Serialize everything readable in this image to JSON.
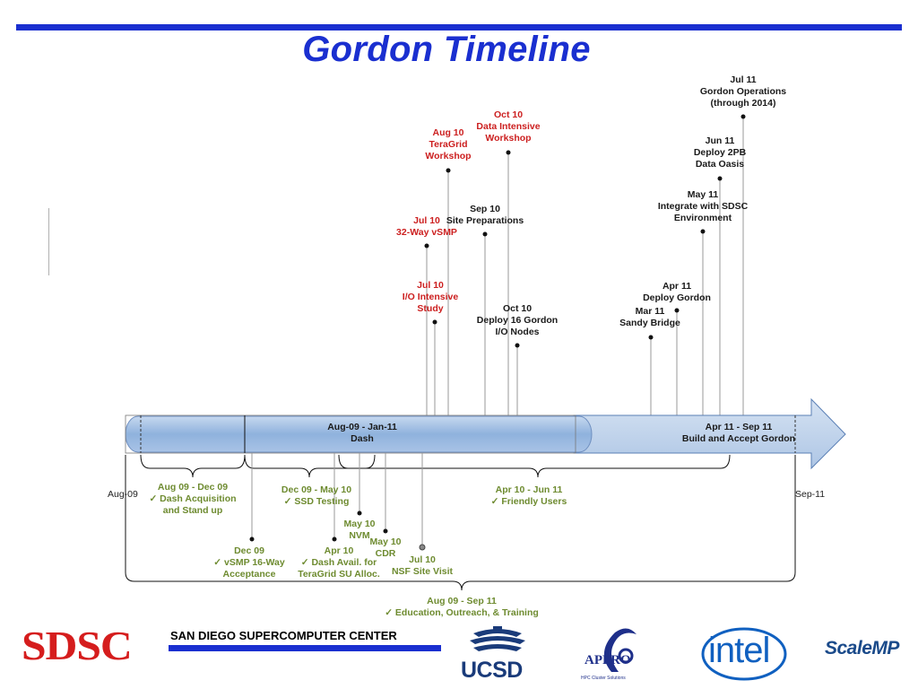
{
  "slide": {
    "title": "Gordon Timeline"
  },
  "events_above": [
    {
      "id": "jul11-ops",
      "lines": [
        "Jul 11",
        "Gordon Operations",
        "(through 2014)"
      ],
      "color": "black"
    },
    {
      "id": "oct10-ws",
      "lines": [
        "Oct 10",
        "Data Intensive",
        "Workshop"
      ],
      "color": "red"
    },
    {
      "id": "aug10-tg",
      "lines": [
        "Aug 10",
        "TeraGrid",
        "Workshop"
      ],
      "color": "red"
    },
    {
      "id": "jun11-oasis",
      "lines": [
        "Jun 11",
        "Deploy 2PB",
        "Data Oasis"
      ],
      "color": "black"
    },
    {
      "id": "sep10-site",
      "lines": [
        "Sep 10",
        "Site Preparations"
      ],
      "color": "black"
    },
    {
      "id": "may11-env",
      "lines": [
        "May 11",
        "Integrate with SDSC",
        "Environment"
      ],
      "color": "black"
    },
    {
      "id": "jul10-vsmp",
      "lines": [
        "Jul 10",
        "32-Way vSMP"
      ],
      "color": "red"
    },
    {
      "id": "jul10-io",
      "lines": [
        "Jul 10",
        "I/O Intensive",
        "Study"
      ],
      "color": "red"
    },
    {
      "id": "oct10-io",
      "lines": [
        "Oct 10",
        "Deploy 16 Gordon",
        "I/O Nodes"
      ],
      "color": "black"
    },
    {
      "id": "apr11-deploy",
      "lines": [
        "Apr 11",
        "Deploy Gordon"
      ],
      "color": "black"
    },
    {
      "id": "mar11-sandy",
      "lines": [
        "Mar 11",
        "Sandy Bridge"
      ],
      "color": "black"
    }
  ],
  "bar": {
    "dash_label": [
      "Aug-09 - Jan-11",
      "Dash"
    ],
    "build_label": [
      "Apr 11 - Sep 11",
      "Build and Accept Gordon"
    ],
    "start_label": "Aug-09",
    "end_label": "Sep-11"
  },
  "phases_below": [
    {
      "id": "dash-acq",
      "lines": [
        "Aug 09 - Dec 09",
        "✓  Dash Acquisition",
        "and Stand up"
      ]
    },
    {
      "id": "ssd",
      "lines": [
        "Dec 09 - May 10",
        "✓  SSD Testing"
      ]
    },
    {
      "id": "friendly",
      "lines": [
        "Apr 10 - Jun 11",
        "✓  Friendly Users"
      ]
    },
    {
      "id": "outreach",
      "lines": [
        "Aug 09 - Sep 11",
        "✓  Education, Outreach, & Training"
      ]
    }
  ],
  "events_below": [
    {
      "id": "dec09-vsmp",
      "lines": [
        "Dec 09",
        "✓  vSMP 16-Way",
        "Acceptance"
      ]
    },
    {
      "id": "may10-nvm",
      "lines": [
        "May 10",
        "NVM"
      ]
    },
    {
      "id": "apr10-dash",
      "lines": [
        "Apr 10",
        "✓  Dash Avail. for",
        "TeraGrid SU Alloc."
      ]
    },
    {
      "id": "may10-cdr",
      "lines": [
        "May 10",
        "CDR"
      ]
    },
    {
      "id": "jul10-nsf",
      "lines": [
        "Jul 10",
        "NSF Site Visit"
      ]
    }
  ],
  "footer": {
    "org_name": "SAN DIEGO SUPERCOMPUTER CENTER",
    "sdsc_logo": "SDSC",
    "ucsd_logo": "UCSD",
    "appro_logo": "APPRO",
    "appro_tagline": "HPC Cluster Solutions",
    "intel_logo": "intel",
    "scalemp_logo": "ScaleMP"
  },
  "colors": {
    "accent_blue": "#1a2fd0",
    "event_red": "#cc1f1f",
    "phase_green": "#6e8b30",
    "bar_blue": "#9dbbe0",
    "arrow_blue": "#b8cde6"
  }
}
